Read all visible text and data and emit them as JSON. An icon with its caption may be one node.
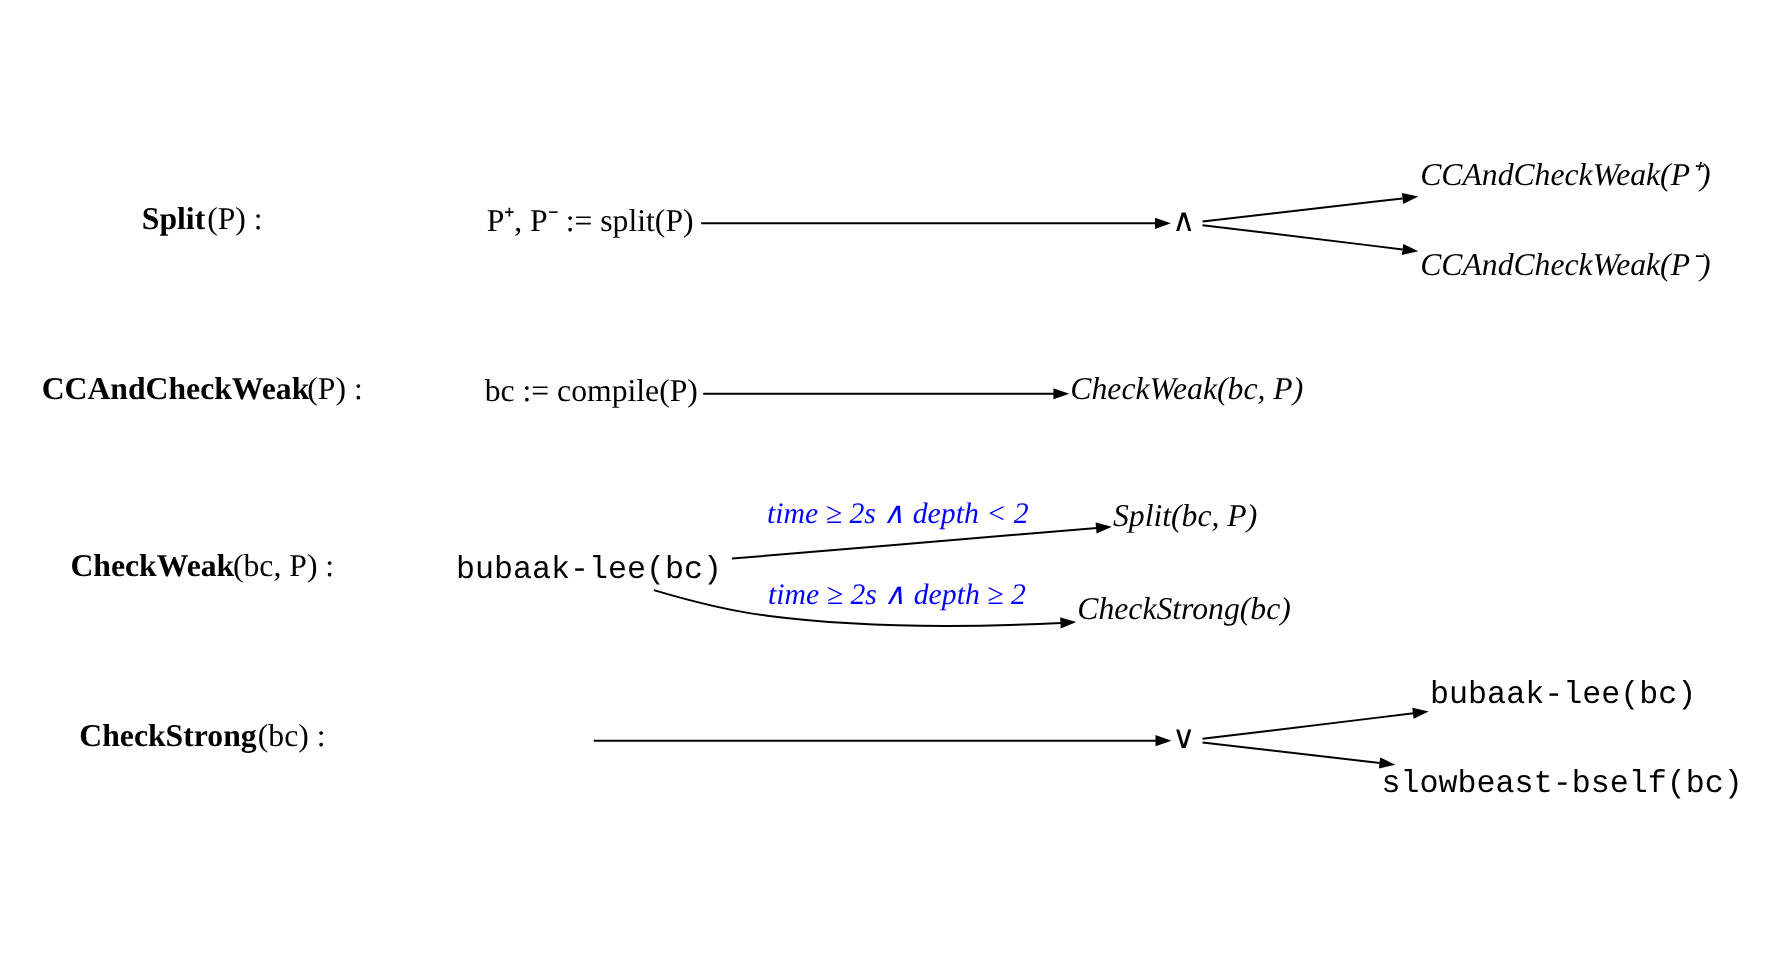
{
  "diagram": {
    "nodes": [
      {
        "text": [
          "P⁺, P⁻ := split(P)"
        ]
      },
      {
        "text": [
          "∧"
        ]
      },
      {
        "text": [
          "CCAndCheckWeak(P⁺)"
        ]
      },
      {
        "text": [
          "CCAndCheckWeak(P⁻)"
        ]
      },
      {
        "text": [
          "bc := compile(P)"
        ]
      },
      {
        "text": [
          "CheckWeak(bc, P)"
        ]
      },
      {
        "text": [
          "bubaak-lee(bc)"
        ]
      },
      {
        "text": [
          "Split(bc, P)"
        ]
      },
      {
        "text": [
          "CheckStrong(bc)"
        ]
      },
      {
        "text": [
          "∨"
        ]
      },
      {
        "text": [
          "bubaak-lee(bc)"
        ]
      },
      {
        "text": [
          "slowbeast-bself(bc)"
        ]
      }
    ],
    "edges": [
      {
        "from": 0,
        "to": 1,
        "arrow": "to"
      },
      {
        "from": 1,
        "to": 2,
        "arrow": "to"
      },
      {
        "from": 1,
        "to": 3,
        "arrow": "to"
      },
      {
        "from": 4,
        "to": 5,
        "arrow": "to"
      },
      {
        "from": 6,
        "to": 7,
        "arrow": "to",
        "label": "time ≥ 2s ∧ depth < 2"
      },
      {
        "from": 6,
        "to": 8,
        "arrow": "to",
        "label": "time ≥ 2s ∧ depth ≥ 2"
      },
      {
        "from": null,
        "to": 9,
        "arrow": "to"
      },
      {
        "from": 9,
        "to": 10,
        "arrow": "to"
      },
      {
        "from": 9,
        "to": 11,
        "arrow": "to"
      }
    ],
    "labels": [
      "**Split**(P) :",
      "**CCAndCheckWeak**(P) :",
      "**CheckWeak**(bc, P) :",
      "**CheckStrong**(bc) :"
    ]
  }
}
